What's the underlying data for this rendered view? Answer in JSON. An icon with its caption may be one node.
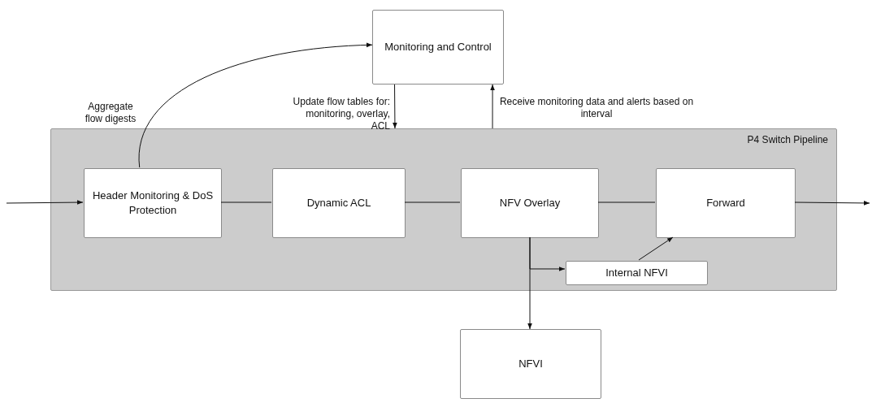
{
  "diagram": {
    "nodes": [
      {
        "text": [
          "Monitoring and Control"
        ]
      },
      {
        "text": [
          "P4 Switch Pipeline"
        ]
      },
      {
        "text": [
          "Header Monitoring & DoS Protection"
        ],
        "in": 1
      },
      {
        "text": [
          "Dynamic ACL"
        ],
        "in": 1
      },
      {
        "text": [
          "NFV Overlay"
        ],
        "in": 1
      },
      {
        "text": [
          "Forward"
        ],
        "in": 1
      },
      {
        "text": [
          "Internal NFVI"
        ],
        "in": 1
      },
      {
        "text": [
          "NFVI"
        ]
      }
    ],
    "edges": [
      {
        "from": null,
        "to": 2,
        "arrow": "to"
      },
      {
        "from": 2,
        "to": 0,
        "arrow": "to",
        "label": "Aggregate flow digests"
      },
      {
        "from": 0,
        "to": 1,
        "arrow": "to",
        "label": "Update flow tables for: monitoring, overlay, ACL"
      },
      {
        "from": 1,
        "to": 0,
        "arrow": "to",
        "label": "Receive monitoring data and alerts based on interval"
      },
      {
        "from": 2,
        "to": 3,
        "arrow": "none"
      },
      {
        "from": 3,
        "to": 4,
        "arrow": "none"
      },
      {
        "from": 4,
        "to": 5,
        "arrow": "none"
      },
      {
        "from": 5,
        "to": null,
        "arrow": "to"
      },
      {
        "from": 4,
        "to": 6,
        "arrow": "to"
      },
      {
        "from": 4,
        "to": 7,
        "arrow": "to"
      },
      {
        "from": 6,
        "to": 5,
        "arrow": "to"
      }
    ]
  }
}
